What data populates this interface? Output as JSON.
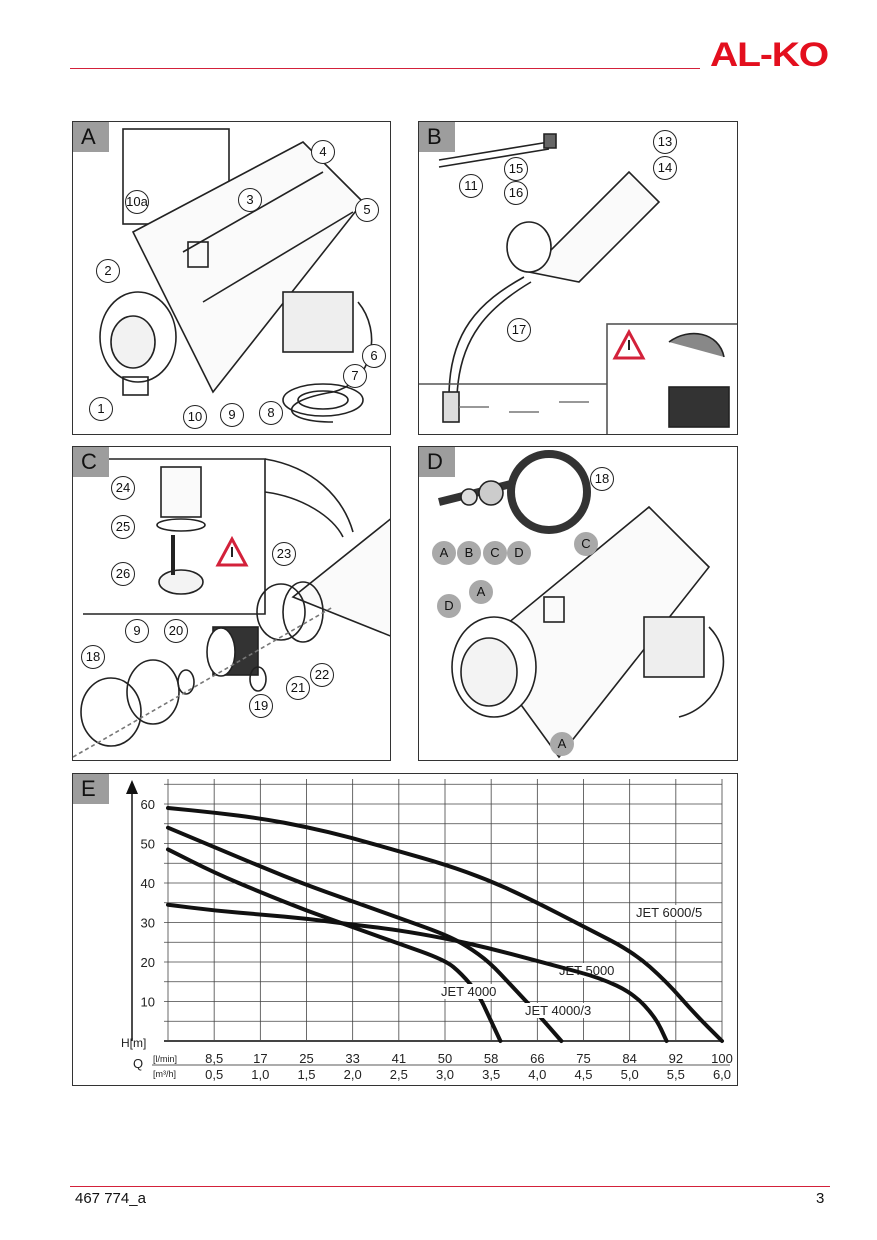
{
  "header": {
    "logo": "AL-KO",
    "accent": "#e30f1e"
  },
  "panels": {
    "A": {
      "tag": "A",
      "callouts": [
        "1",
        "2",
        "3",
        "4",
        "5",
        "6",
        "7",
        "8",
        "9",
        "10",
        "10a"
      ]
    },
    "B": {
      "tag": "B",
      "callouts": [
        "11",
        "13",
        "14",
        "15",
        "16",
        "17"
      ]
    },
    "C": {
      "tag": "C",
      "callouts": [
        "24",
        "25",
        "26",
        "23",
        "9",
        "20",
        "18",
        "19",
        "21",
        "22"
      ]
    },
    "D": {
      "tag": "D",
      "callouts": [
        "18",
        "A",
        "B",
        "C",
        "D",
        "C",
        "A",
        "D",
        "A"
      ]
    },
    "E": {
      "tag": "E"
    }
  },
  "chart_data": {
    "type": "line",
    "ylabel": "H[m]",
    "xlabel": "Q",
    "x_unit_1": "[l/min]",
    "x_unit_2": "[m³/h]",
    "yticks": [
      "10",
      "20",
      "30",
      "40",
      "50",
      "60"
    ],
    "xticks_lmin": [
      "8,5",
      "17",
      "25",
      "33",
      "41",
      "50",
      "58",
      "66",
      "75",
      "84",
      "92",
      "100"
    ],
    "xticks_m3h": [
      "0,5",
      "1,0",
      "1,5",
      "2,0",
      "2,5",
      "3,0",
      "3,5",
      "4,0",
      "4,5",
      "5,0",
      "5,5",
      "6,0"
    ],
    "ylim": [
      0,
      65
    ],
    "xlim": [
      0,
      100
    ],
    "grid": true,
    "series": [
      {
        "name": "JET 6000/5",
        "x": [
          0,
          8.5,
          17,
          25,
          33,
          41,
          50,
          58,
          66,
          75,
          84,
          90,
          95,
          100
        ],
        "y": [
          59,
          57.8,
          56.3,
          54.2,
          51.5,
          48.3,
          44.7,
          40.7,
          35.5,
          29,
          22.5,
          15,
          7,
          0
        ]
      },
      {
        "name": "JET 5000",
        "x": [
          0,
          8.5,
          17,
          25,
          33,
          41,
          50,
          54,
          58,
          62,
          66,
          71
        ],
        "y": [
          54,
          49,
          44,
          39.5,
          35.5,
          31.5,
          27,
          24,
          20,
          14,
          8,
          0
        ]
      },
      {
        "name": "JET 4000",
        "x": [
          0,
          8.5,
          17,
          25,
          33,
          41,
          50,
          53,
          56,
          58,
          60
        ],
        "y": [
          48.5,
          42.5,
          37.5,
          33,
          29,
          25,
          20.5,
          17,
          12,
          6,
          0
        ]
      },
      {
        "name": "JET 4000/3",
        "x": [
          0,
          8.5,
          17,
          25,
          33,
          41,
          50,
          58,
          66,
          70,
          78,
          84,
          88,
          90
        ],
        "y": [
          34.5,
          33,
          32,
          31,
          29.5,
          28.2,
          26,
          23.5,
          20.5,
          19,
          16,
          12,
          6,
          0
        ]
      }
    ]
  },
  "footer": {
    "doc_number": "467 774_a",
    "page": "3"
  }
}
